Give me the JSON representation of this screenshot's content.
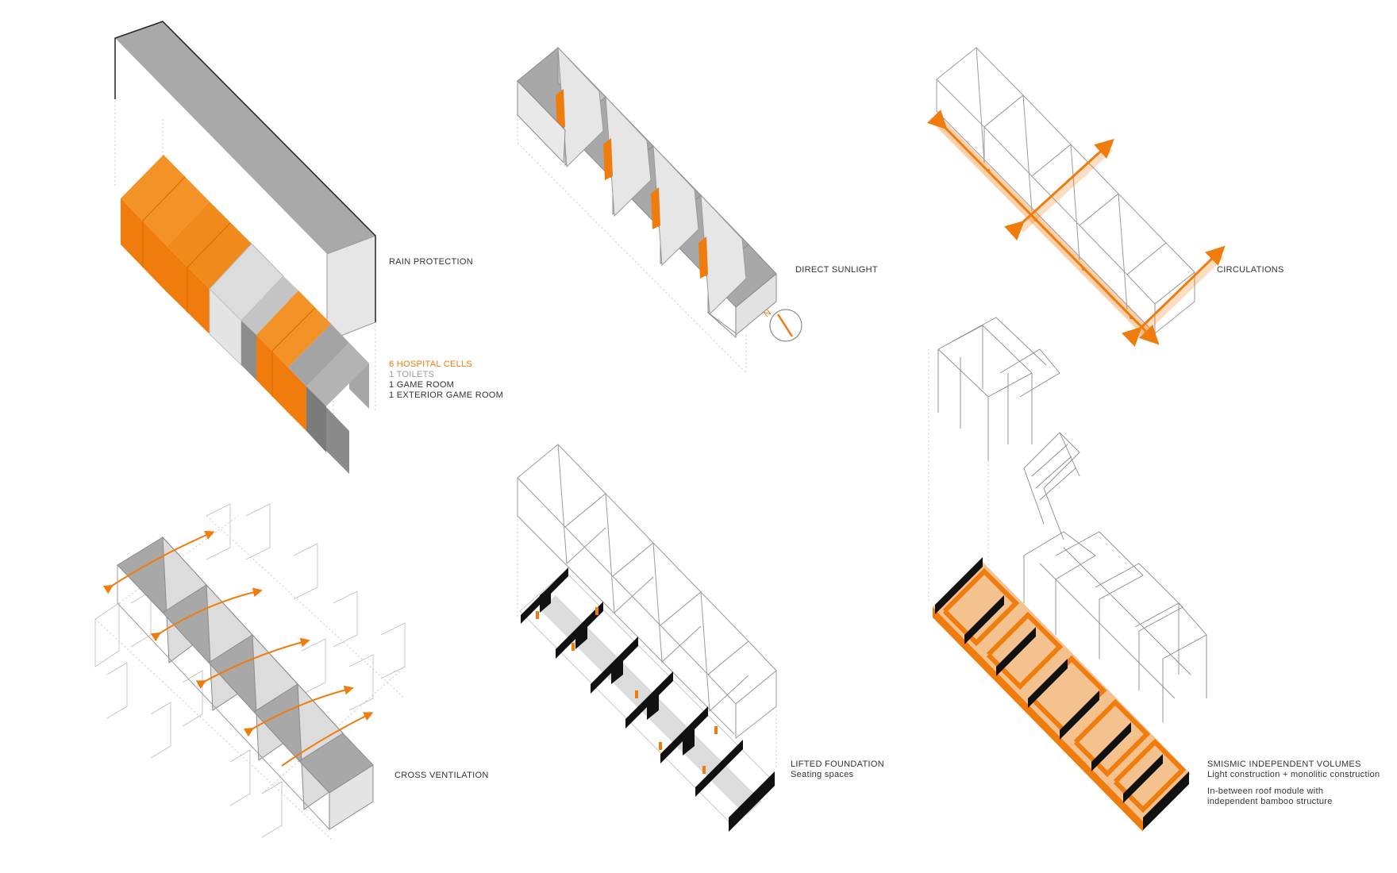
{
  "colors": {
    "accent": "#f07c0d",
    "roof_dark": "#a9a9a9",
    "roof_mid": "#c7c7c7",
    "roof_light": "#e3e3e3",
    "line": "#7a7a7a",
    "guide": "#bdbdbd",
    "black": "#111111",
    "text": "#333333",
    "muted": "#9a9a9a"
  },
  "panels": {
    "rain": {
      "title": "RAIN PROTECTION"
    },
    "program": {
      "line1": "6 HOSPITAL CELLS",
      "line2": "1 TOILETS",
      "line3": "1 GAME ROOM",
      "line4": "1 EXTERIOR GAME ROOM"
    },
    "sunlight": {
      "title": "DIRECT SUNLIGHT",
      "compass_letter": "N"
    },
    "circulations": {
      "title": "CIRCULATIONS"
    },
    "ventilation": {
      "title": "CROSS VENTILATION"
    },
    "foundation": {
      "title": "LIFTED FOUNDATION",
      "subtitle": "Seating spaces"
    },
    "seismic": {
      "title": "SMISMIC INDEPENDENT VOLUMES",
      "subtitle": "Light construction + monolitic construction",
      "note1": "In-between roof module with",
      "note2": "independent bamboo structure"
    }
  }
}
